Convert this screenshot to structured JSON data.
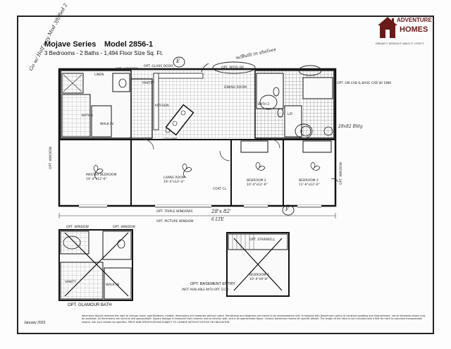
{
  "header": {
    "series": "Mojave Series",
    "model": "Model 2856-1",
    "specs": "3 Bedrooms - 2 Baths - 1,494 Floor Size Sq. Ft."
  },
  "logo": {
    "line1": "ADVENTURE",
    "line2": "HOMES",
    "tagline": "DREAM IT. DESIGN IT. BUILD IT. LOVE IT."
  },
  "handwriting": {
    "left_note": "Go w/ Half way Mod 3ft/Bed 2",
    "built_ins": "w/Built in shelves",
    "size_note": "28'x 82'",
    "side_note": "28x82 Bldg",
    "circle_e": "E",
    "circle_f": "F",
    "cost_note": "6 LTE"
  },
  "rooms": {
    "linen": "LINEN",
    "opt_glass_door": "OPT. GLASS DOOR",
    "opt_window_top": "OPT. WINDOW",
    "opt_patio_dr": "OPT. PATIO DR",
    "pantry": "PANTRY",
    "dining_room": "DINING ROOM",
    "kitchen": "KITCHEN",
    "column": "COLUMN",
    "bath1": "BATH 1",
    "walk_in": "WALK IN",
    "bath2": "BATH 2",
    "lr": "L/R",
    "opt_on_cab": "OPT. ON CAB & BASE CAB W/ SINK",
    "master_bedroom": "MASTER BEDROOM",
    "master_size": "14'-4\"x12'-6\"",
    "living_room": "LIVING ROOM",
    "living_size": "19'-4\"x12'-4\"",
    "bedroom2": "BEDROOM 2",
    "bedroom2_size": "10'-4\"x12'-6\"",
    "bedroom3": "BEDROOM 3",
    "bedroom3_size": "11'-6\"x12'-6\"",
    "opt_window_left": "OPT. WINDOW",
    "opt_window_right": "OPT. WINDOW",
    "opt_triple_windows": "OPT. TRIPLE WINDOWS",
    "opt_picture_window": "OPT. PICTURE WINDOW",
    "coat_closet": "COAT CL.",
    "opt_window_glam1": "OPT. WINDOW",
    "opt_window_glam2": "OPT. WINDOW",
    "vanity": "VANITY",
    "walk_in2": "WALK IN",
    "opt_glamour_bath": "OPT. GLAMOUR BATH",
    "opt_stairwell": "OPT. STAIRWELL",
    "bedroom3b": "BEDROOM 3",
    "bedroom3b_size": "10'-4\"x9'-8\"",
    "opt_basement_entry": "OPT. BASEMENT ENTRY",
    "basement_note": "(NOT AVAILABLE WITH OPT. 5/12)"
  },
  "footer": {
    "date": "January 2023",
    "disclaimer": "Adventure Homes reserves the right to change colors, specifications, models, dimensions and materials without notice. Renderings and diagrams are meant to be representative only. In keeping with Adventure's policy of constant updating and improvement, not all elements shown may be available. All dimensions are nominal and approximate. Square footage is measured from exterior wall to exterior wall, and is an approximate figure. Contact Adventure Homes for specific details. The length of the hitch is not included (add 4 feet for hitch to calculate transportable length). Ask your retailer for specifics. PRICE AND SPECIFICATIONS SUBJECT TO CHANGE WITHOUT NOTICE OR OBLIGATION."
  }
}
